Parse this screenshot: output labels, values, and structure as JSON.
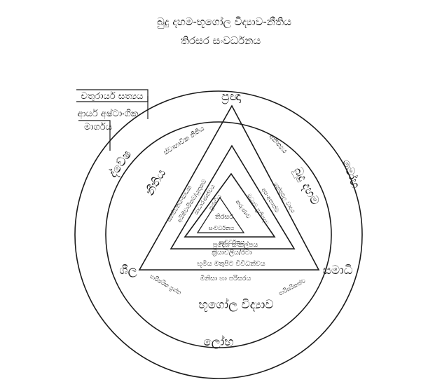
{
  "title": {
    "line1": "බුදු දහම-භූගෝල විද්‍යාව-නීතිය",
    "line2": "තිරසර සංවර්ධනය"
  },
  "callouts": {
    "four_truths": "චතුරාර්ය සත්‍යය",
    "eightfold_line1": "ආර්ය අෂ්ටාංගික",
    "eightfold_line2": "මාර්ගය"
  },
  "ring": {
    "dvesha": "ද්වේෂ",
    "moha": "මෝහ",
    "lobha": "ලෝභ",
    "bhugola": "භූගෝල විද්‍යාව",
    "paristhitika": "පාරිසරික ප්‍රශ්න",
    "paristhitika_right": "පාරිසරිකත්ව"
  },
  "vertices": {
    "top": "ප්‍රඥා",
    "left": "ශීල",
    "right": "සමාධි"
  },
  "outer_triangle": {
    "left_edge_label": "ස්වාභාවික නීතිය",
    "left_side_word": "නීතිය",
    "right_edge_label": "අනිත්‍යය",
    "right_side_word": "බුදු දහම",
    "bottom_edge_label": "භූමිය මතුපිට විවිධත්වය",
    "below_bottom": "මිනිසා හා පරිසරය"
  },
  "middle_triangle": {
    "left_edge_label": "අයිතිවාසිකම්/යුතුකම්",
    "left_outer_label": "සහජීවනය-සාධක",
    "right_edge_label": "හේතුඵල වාදය",
    "right_inner_label": "අප-අනාත්ම",
    "bottom_edge_label": "ක්‍රියාවලිය/රටා",
    "bottom_outer_label": "ප්‍රදේශ සංකල්පය"
  },
  "inner_triangle": {
    "left_edge_label": "සාධාරණත්වය",
    "right_edge_label": "මධ්‍යම ප්‍රතිපදාව",
    "bottom_edge_label": "සංවර්ධනය",
    "inner_left": "ප්‍රජාවිය",
    "inner_right": "කරුණාව"
  },
  "center": {
    "line1": "තිරසර",
    "line2": "සංවර්ධනය"
  }
}
